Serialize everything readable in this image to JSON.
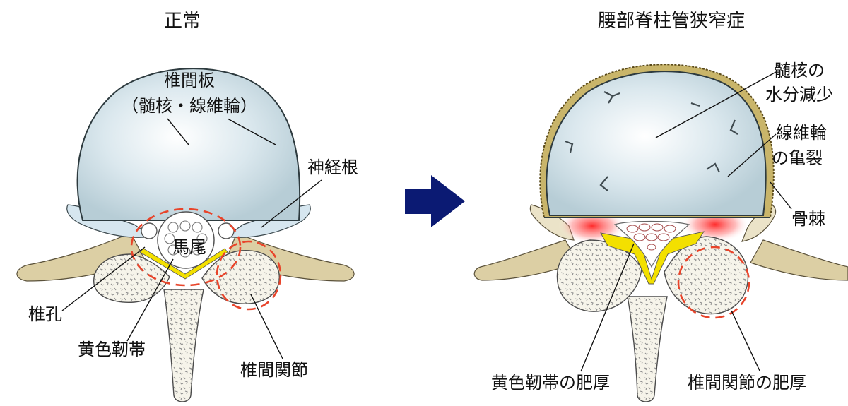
{
  "colors": {
    "disc_fill": "#c9dde5",
    "disc_edge": "#2d3a3e",
    "bone": "#dccfa4",
    "ligament_yellow": "#f3e000",
    "highlight_red": "#e8442a",
    "arrow": "#0b1a73",
    "nerve_blue": "#d6e6ef"
  },
  "left": {
    "title": "正常",
    "labels": {
      "disc_line1": "椎間板",
      "disc_line2": "（髄核・線維輪）",
      "nerve_root": "神経根",
      "cauda": "馬尾",
      "foramen": "椎孔",
      "ligament": "黄色靭帯",
      "facet": "椎間関節"
    }
  },
  "right": {
    "title": "腰部脊柱管狭窄症",
    "labels": {
      "nucleus_line1": "髄核の",
      "nucleus_line2": "水分減少",
      "annulus_line1": "線維輪",
      "annulus_line2": "の亀裂",
      "spur": "骨棘",
      "ligament_thick": "黄色靭帯の肥厚",
      "facet_thick": "椎間関節の肥厚"
    }
  },
  "arrow_icon": "right-arrow-icon"
}
